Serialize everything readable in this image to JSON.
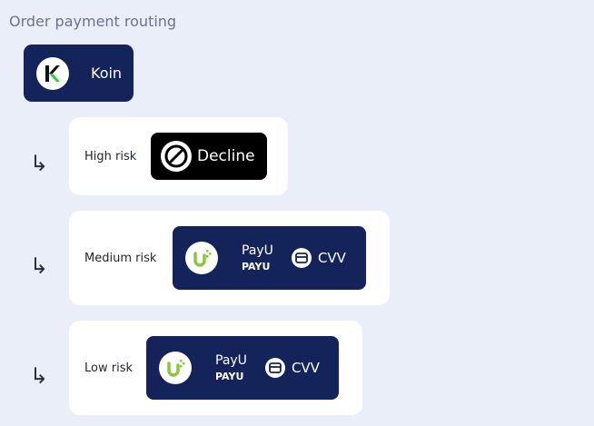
{
  "title": "Order payment routing",
  "root": {
    "label": "Koin",
    "icon": "koin-logo-icon"
  },
  "routes": [
    {
      "risk": "High risk",
      "action": {
        "label": "Decline",
        "icon": "block-icon"
      }
    },
    {
      "risk": "Medium risk",
      "action": {
        "name": "PayU",
        "sub": "PAYU",
        "icon": "payu-logo-icon",
        "extra": "CVV",
        "extra_icon": "card-icon"
      }
    },
    {
      "risk": "Low risk",
      "action": {
        "name": "PayU",
        "sub": "PAYU",
        "icon": "payu-logo-icon",
        "extra": "CVV",
        "extra_icon": "card-icon"
      }
    }
  ],
  "arrow_glyph": "↳",
  "colors": {
    "background": "#e9eef9",
    "navy": "#14245b",
    "decline": "#000000",
    "payu_green": "#8cc63f",
    "koin_green": "#2ecc40"
  }
}
